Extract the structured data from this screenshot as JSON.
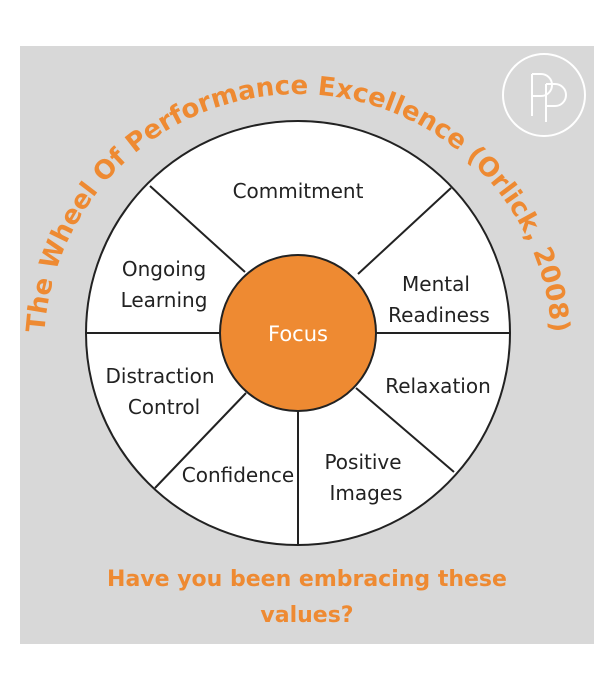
{
  "title": "The Wheel Of Performance Excellence (Orlick, 2008)",
  "center_label": "Focus",
  "segments": {
    "commitment": [
      "Commitment"
    ],
    "mental_readiness": [
      "Mental",
      "Readiness"
    ],
    "relaxation": [
      "Relaxation"
    ],
    "positive_images": [
      "Positive",
      "Images"
    ],
    "confidence": [
      "Confidence"
    ],
    "distraction_control": [
      "Distraction",
      "Control"
    ],
    "ongoing_learning": [
      "Ongoing",
      "Learning"
    ]
  },
  "question": [
    "Have you been embracing these",
    "values?"
  ],
  "logo_text": "PP",
  "colors": {
    "accent": "#ee8a32",
    "panel": "#d8d8d8",
    "wheel_fill": "#ffffff",
    "line": "#222222"
  }
}
